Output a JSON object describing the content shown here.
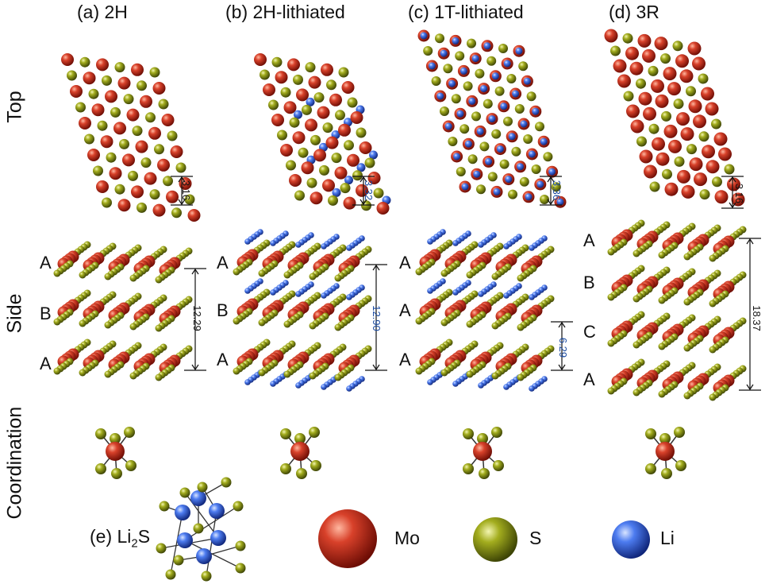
{
  "columns": [
    {
      "title": "(a) 2H",
      "top_lattice": "3.16",
      "side_spacing": "12.29",
      "layers": [
        "A",
        "B",
        "A"
      ],
      "lithiated": false
    },
    {
      "title": "(b) 2H-lithiated",
      "top_lattice": "3.32",
      "side_spacing": "12.90",
      "layers": [
        "A",
        "B",
        "A"
      ],
      "lithiated": true
    },
    {
      "title": "(c) 1T-lithiated",
      "top_lattice": "3.36",
      "side_spacing": "6.29",
      "layers": [
        "A",
        "A",
        "A"
      ],
      "lithiated": true
    },
    {
      "title": "(d) 3R",
      "top_lattice": "3.16",
      "side_spacing": "18.37",
      "layers": [
        "A",
        "B",
        "C",
        "A"
      ],
      "lithiated": false
    }
  ],
  "rows": {
    "top": "Top",
    "side": "Side",
    "coordination": "Coordination"
  },
  "panel_e": {
    "prefix": "(e) Li",
    "subscript": "2",
    "suffix": "S"
  },
  "legend": [
    {
      "name": "Mo",
      "color": "#c42a1a"
    },
    {
      "name": "S",
      "color": "#7d8a0c"
    },
    {
      "name": "Li",
      "color": "#3a6ae0"
    }
  ]
}
